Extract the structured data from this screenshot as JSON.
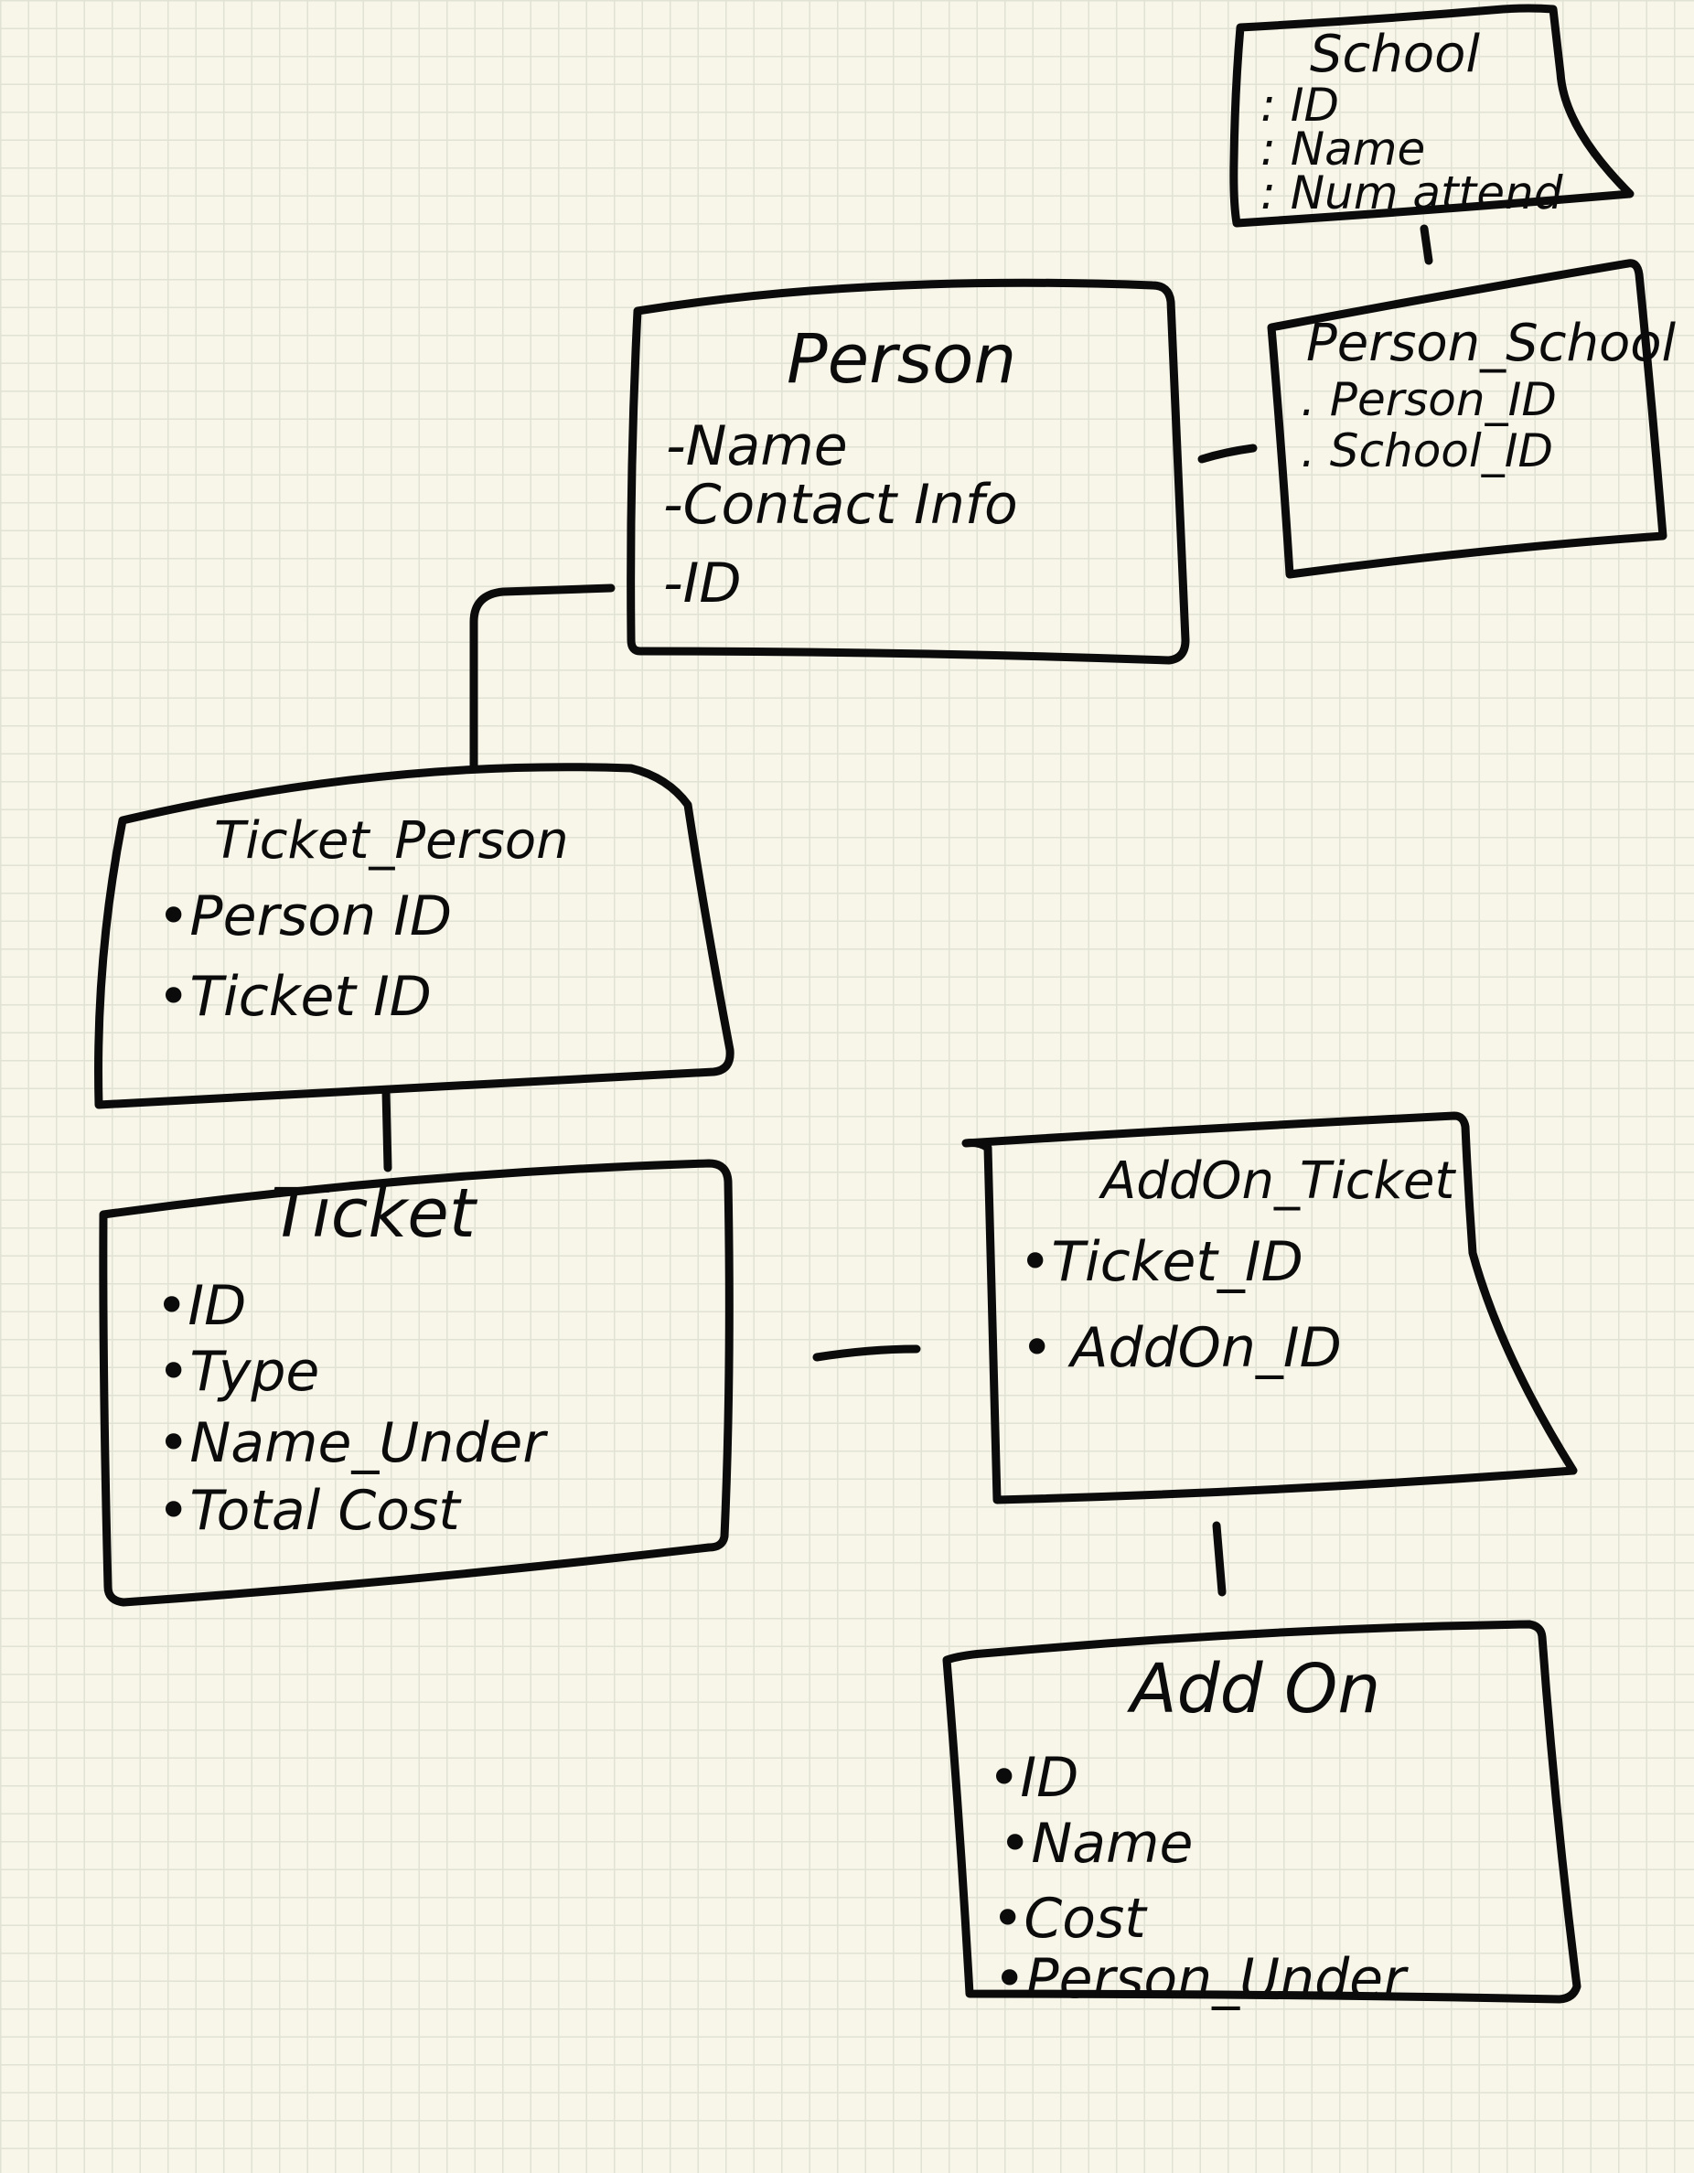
{
  "entities": {
    "school": {
      "title": "School",
      "attributes": [
        ": ID",
        ": Name",
        ": Num attend"
      ]
    },
    "person": {
      "title": "Person",
      "attributes": [
        "-Name",
        "-Contact Info",
        "-ID"
      ]
    },
    "person_school": {
      "title": "Person_School",
      "attributes": [
        ". Person_ID",
        ". School_ID"
      ]
    },
    "ticket_person": {
      "title": "Ticket_Person",
      "attributes": [
        "•Person ID",
        "•Ticket ID"
      ]
    },
    "ticket": {
      "title": "Ticket",
      "attributes": [
        "•ID",
        "•Type",
        "•Name_Under",
        "•Total Cost"
      ]
    },
    "addon_ticket": {
      "title": "AddOn_Ticket",
      "attributes": [
        "•Ticket_ID",
        "• AddOn_ID"
      ]
    },
    "addon": {
      "title": "Add On",
      "attributes": [
        "•ID",
        "•Name",
        "•Cost",
        "•Person_Under"
      ]
    }
  },
  "colors": {
    "paper": "#f8f6e9",
    "grid": "#e1e1d4",
    "ink": "#0b0b0b"
  }
}
